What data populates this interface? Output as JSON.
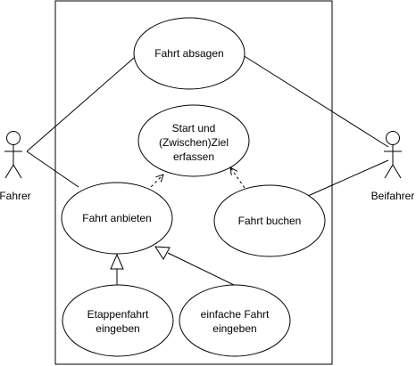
{
  "diagram": {
    "actors": {
      "fahrer": {
        "label": "Fahrer"
      },
      "beifahrer": {
        "label": "Beifahrer"
      }
    },
    "use_cases": {
      "fahrt_absagen": {
        "lines": [
          "Fahrt absagen"
        ]
      },
      "start_ziel": {
        "lines": [
          "Start und",
          "(Zwischen)Ziel",
          "erfassen"
        ]
      },
      "fahrt_anbieten": {
        "lines": [
          "Fahrt anbieten"
        ]
      },
      "fahrt_buchen": {
        "lines": [
          "Fahrt buchen"
        ]
      },
      "etappenfahrt": {
        "lines": [
          "Etappenfahrt",
          "eingeben"
        ]
      },
      "einfache_fahrt": {
        "lines": [
          "einfache Fahrt",
          "eingeben"
        ]
      }
    }
  }
}
